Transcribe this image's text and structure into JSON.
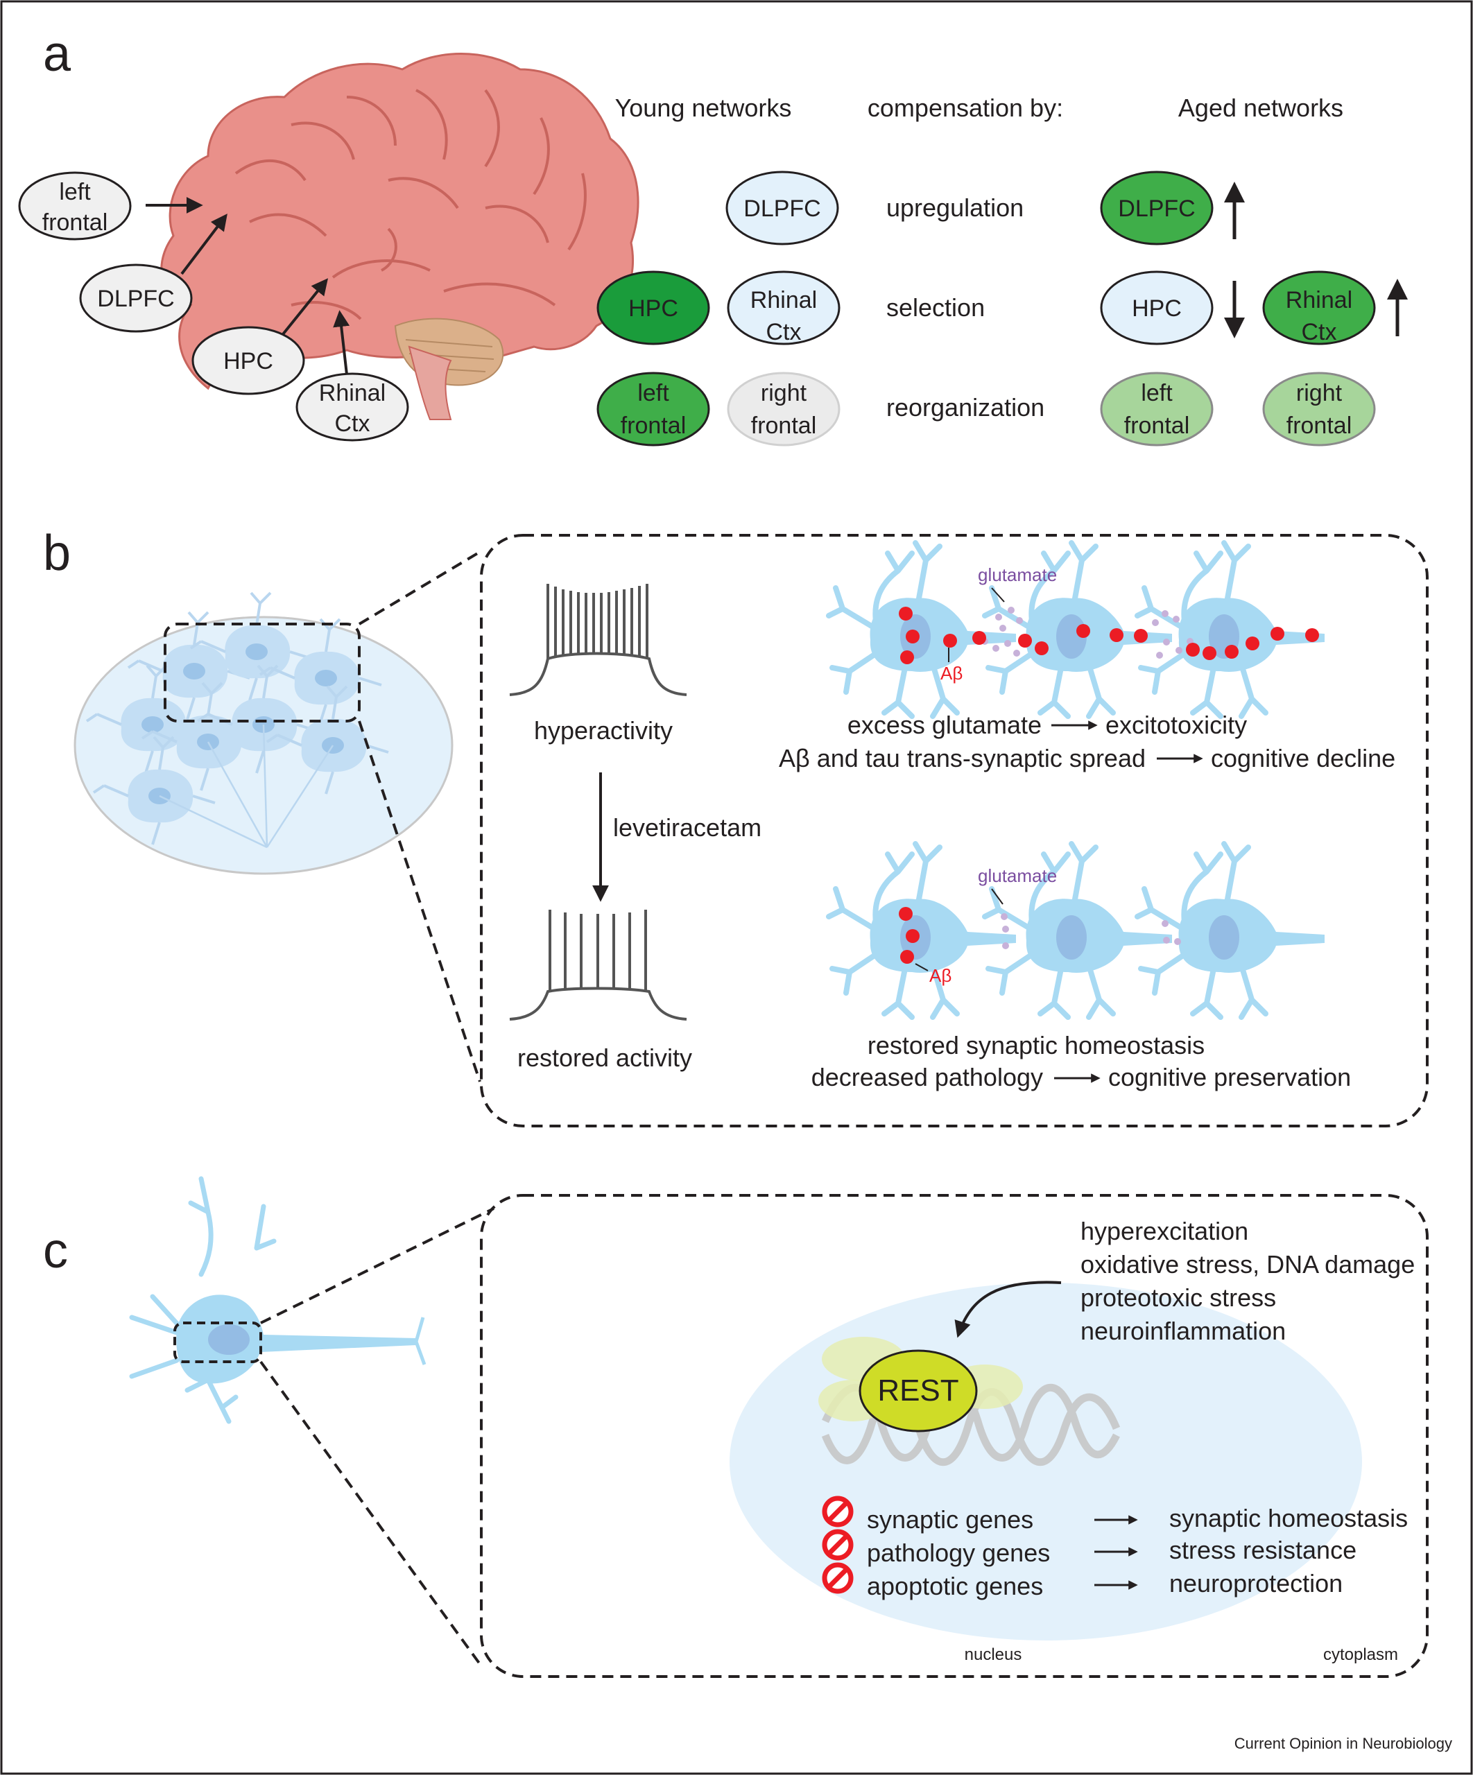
{
  "panels": {
    "a": {
      "letter": "a",
      "brain_labels": {
        "left_frontal": [
          "left",
          "frontal"
        ],
        "dlpfc": "DLPFC",
        "hpc": "HPC",
        "rhinal_ctx": [
          "Rhinal",
          "Ctx"
        ]
      },
      "headers": {
        "young": "Young networks",
        "compensation": "compensation by:",
        "aged": "Aged networks"
      },
      "rows": {
        "upregulation": "upregulation",
        "selection": "selection",
        "reorganization": "reorganization"
      },
      "nodes": {
        "dlpfc": "DLPFC",
        "hpc": "HPC",
        "rhinal": [
          "Rhinal",
          "Ctx"
        ],
        "left_frontal": [
          "left",
          "frontal"
        ],
        "right_frontal": [
          "right",
          "frontal"
        ]
      }
    },
    "b": {
      "letter": "b",
      "hyperactivity": "hyperactivity",
      "drug": "levetiracetam",
      "restored_activity": "restored activity",
      "glutamate": "glutamate",
      "abeta": "Aβ",
      "top_line1_left": "excess glutamate",
      "top_line1_right": "excitotoxicity",
      "top_line2_left": "Aβ and tau trans-synaptic spread",
      "top_line2_right": "cognitive decline",
      "bottom_line1": "restored synaptic homeostasis",
      "bottom_line2_left": "decreased pathology",
      "bottom_line2_right": "cognitive preservation"
    },
    "c": {
      "letter": "c",
      "stressors": [
        "hyperexcitation",
        "oxidative stress, DNA damage",
        "proteotoxic stress",
        "neuroinflammation"
      ],
      "rest": "REST",
      "genes": [
        "synaptic genes",
        "pathology genes",
        "apoptotic genes"
      ],
      "outcomes": [
        "synaptic homeostasis",
        "stress resistance",
        "neuroprotection"
      ],
      "nucleus": "nucleus",
      "cytoplasm": "cytoplasm"
    }
  },
  "credit": "Current Opinion in Neurobiology",
  "colors": {
    "dark_green": "#1a9c3b",
    "mid_green": "#3fae49",
    "light_green": "#a7d59b",
    "pale_blue": "#e3f1fb",
    "neuron_blue": "#a8daf3",
    "abeta_red": "#ec1c24",
    "glutamate_purple": "#7b4ea0",
    "rest_yellow": "#cfdc27",
    "brain_pink": "#e9908a"
  }
}
